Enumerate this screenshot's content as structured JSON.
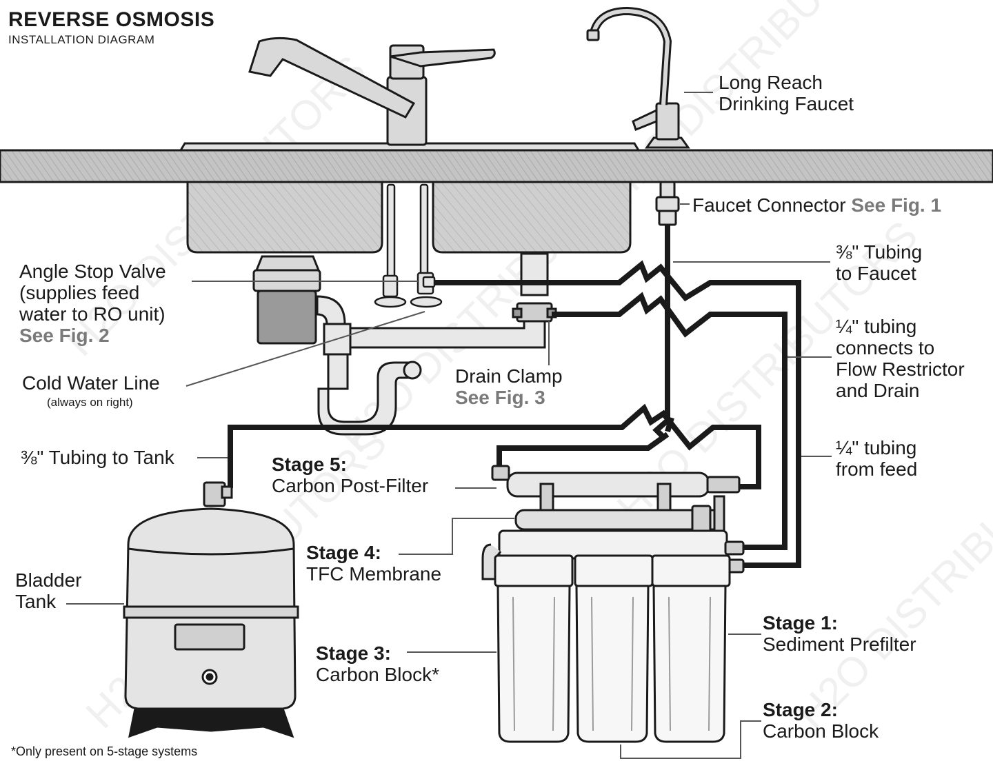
{
  "header": {
    "title": "REVERSE OSMOSIS",
    "subtitle": "INSTALLATION DIAGRAM"
  },
  "watermark": {
    "text": "H2O DISTRIBUTORS"
  },
  "labels": {
    "drinking_faucet": [
      "Long Reach",
      "Drinking Faucet"
    ],
    "faucet_connector": {
      "text": "Faucet Connector ",
      "ref": "See Fig. 1"
    },
    "tubing_faucet": [
      "⅜\" Tubing",
      "to Faucet"
    ],
    "angle_stop": {
      "lines": [
        "Angle Stop Valve",
        "(supplies feed",
        "water to RO unit)"
      ],
      "ref": "See Fig. 2"
    },
    "tubing_drain": [
      "¼\" tubing",
      "connects to",
      "Flow Restrictor",
      "and Drain"
    ],
    "cold_water": {
      "text": "Cold Water Line",
      "note": "(always on right)"
    },
    "drain_clamp": {
      "text": "Drain Clamp",
      "ref": "See Fig. 3"
    },
    "tubing_feed": [
      "¼\" tubing",
      "from feed"
    ],
    "tubing_tank": "⅜\" Tubing to Tank",
    "stage5": {
      "stage": "Stage 5:",
      "name": "Carbon Post-Filter"
    },
    "stage4": {
      "stage": "Stage 4:",
      "name": "TFC Membrane"
    },
    "bladder_tank": [
      "Bladder",
      "Tank"
    ],
    "stage1": {
      "stage": "Stage 1:",
      "name": "Sediment Prefilter"
    },
    "stage3": {
      "stage": "Stage 3:",
      "name": "Carbon Block*"
    },
    "stage2": {
      "stage": "Stage 2:",
      "name": "Carbon Block"
    }
  },
  "footnote": "*Only present on 5-stage systems",
  "colors": {
    "line": "#1a1a1a",
    "steel": "#d9d9d9",
    "steel_dark": "#a6a6a6",
    "counter": "#bdbdbd",
    "housing": "#f2f2f2",
    "callout_gray": "#7a7a7a"
  }
}
